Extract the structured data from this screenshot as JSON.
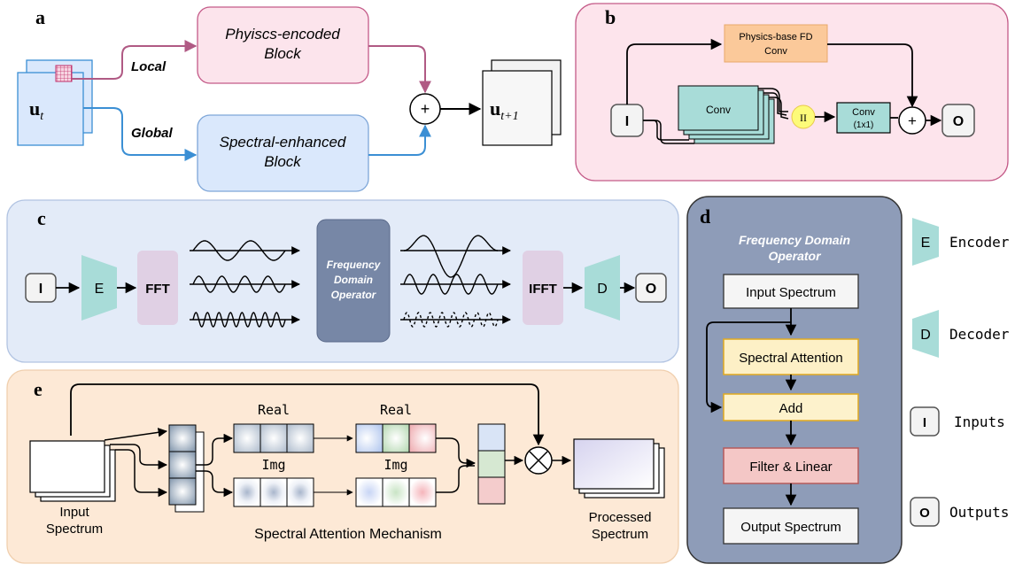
{
  "panel_labels": {
    "a": "a",
    "b": "b",
    "c": "c",
    "d": "d",
    "e": "e"
  },
  "panel_a": {
    "u_t": "u",
    "u_t_sub": "t",
    "u_t1": "u",
    "u_t1_sub": "t+1",
    "local_label": "Local",
    "global_label": "Global",
    "physics_block_line1": "Phyiscs-encoded",
    "physics_block_line2": "Block",
    "spectral_block_line1": "Spectral-enhanced",
    "spectral_block_line2": "Block",
    "sum_symbol": "+"
  },
  "panel_b": {
    "fd_conv_line1": "Physics-base FD",
    "fd_conv_line2": "Conv",
    "conv_label": "Conv",
    "pi_symbol": "II",
    "conv1x1_line1": "Conv",
    "conv1x1_line2": "(1x1)",
    "sum_symbol": "+",
    "input_label": "I",
    "output_label": "O"
  },
  "panel_c": {
    "input_label": "I",
    "encoder_label": "E",
    "fft_label": "FFT",
    "operator_line1": "Frequency",
    "operator_line2": "Domain",
    "operator_line3": "Operator",
    "ifft_label": "IFFT",
    "decoder_label": "D",
    "output_label": "O"
  },
  "panel_d": {
    "title_line1": "Frequency Domain",
    "title_line2": "Operator",
    "steps": [
      "Input Spectrum",
      "Spectral Attention",
      "Add",
      "Filter & Linear",
      "Output Spectrum"
    ]
  },
  "panel_e": {
    "input_line1": "Input",
    "input_line2": "Spectrum",
    "real_label_1": "Real",
    "real_label_2": "Real",
    "img_label_1": "Img",
    "img_label_2": "Img",
    "mechanism_label": "Spectral Attention Mechanism",
    "output_line1": "Processed",
    "output_line2": "Spectrum"
  },
  "legend": {
    "encoder_symbol": "E",
    "encoder_label": "Encoder",
    "decoder_symbol": "D",
    "decoder_label": "Decoder",
    "inputs_symbol": "I",
    "inputs_label": "Inputs",
    "outputs_symbol": "O",
    "outputs_label": "Outputs"
  },
  "colors": {
    "physics_block": "#fce4ec",
    "spectral_block": "#dae8fc",
    "panel_b_bg": "#fde4ec",
    "panel_c_bg": "#e3ebf8",
    "panel_d_bg": "#8e9cb8",
    "panel_e_bg": "#fde9d6",
    "operator_box": "#7787a6",
    "teal": "#a8dcd8",
    "fft_box": "#e0d0e4",
    "local_arrow": "#b05a84",
    "global_arrow": "#3b8fd4"
  }
}
